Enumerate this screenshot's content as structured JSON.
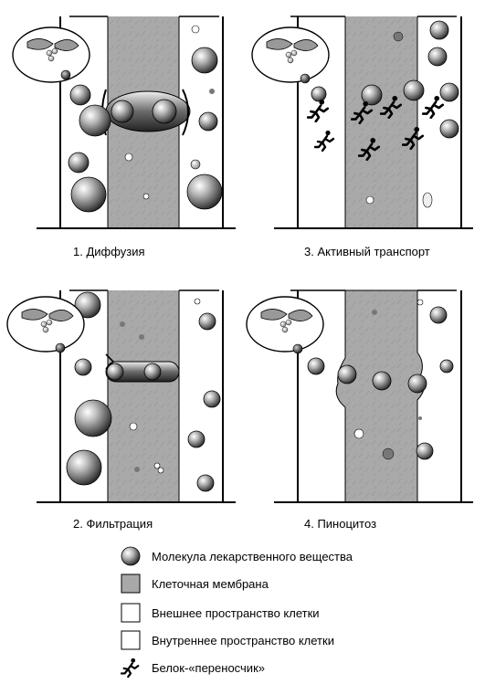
{
  "panels": [
    {
      "caption": "1. Диффузия"
    },
    {
      "caption": "3. Активный транспорт"
    },
    {
      "caption": "2. Фильтрация"
    },
    {
      "caption": "4. Пиноцитоз"
    }
  ],
  "legend": {
    "items": [
      {
        "label": "Молекула лекарственного вещества",
        "icon": "molecule-icon"
      },
      {
        "label": "Клеточная мембрана",
        "icon": "membrane-swatch-icon"
      },
      {
        "label": "Внешнее пространство клетки",
        "icon": "outer-space-swatch-icon"
      },
      {
        "label": "Внутреннее пространство клетки",
        "icon": "inner-space-swatch-icon"
      },
      {
        "label": "Белок-«переносчик»",
        "icon": "carrier-protein-icon"
      }
    ]
  },
  "colors": {
    "membrane": "#a9a9a9",
    "background": "#ffffff",
    "outline": "#000000"
  }
}
